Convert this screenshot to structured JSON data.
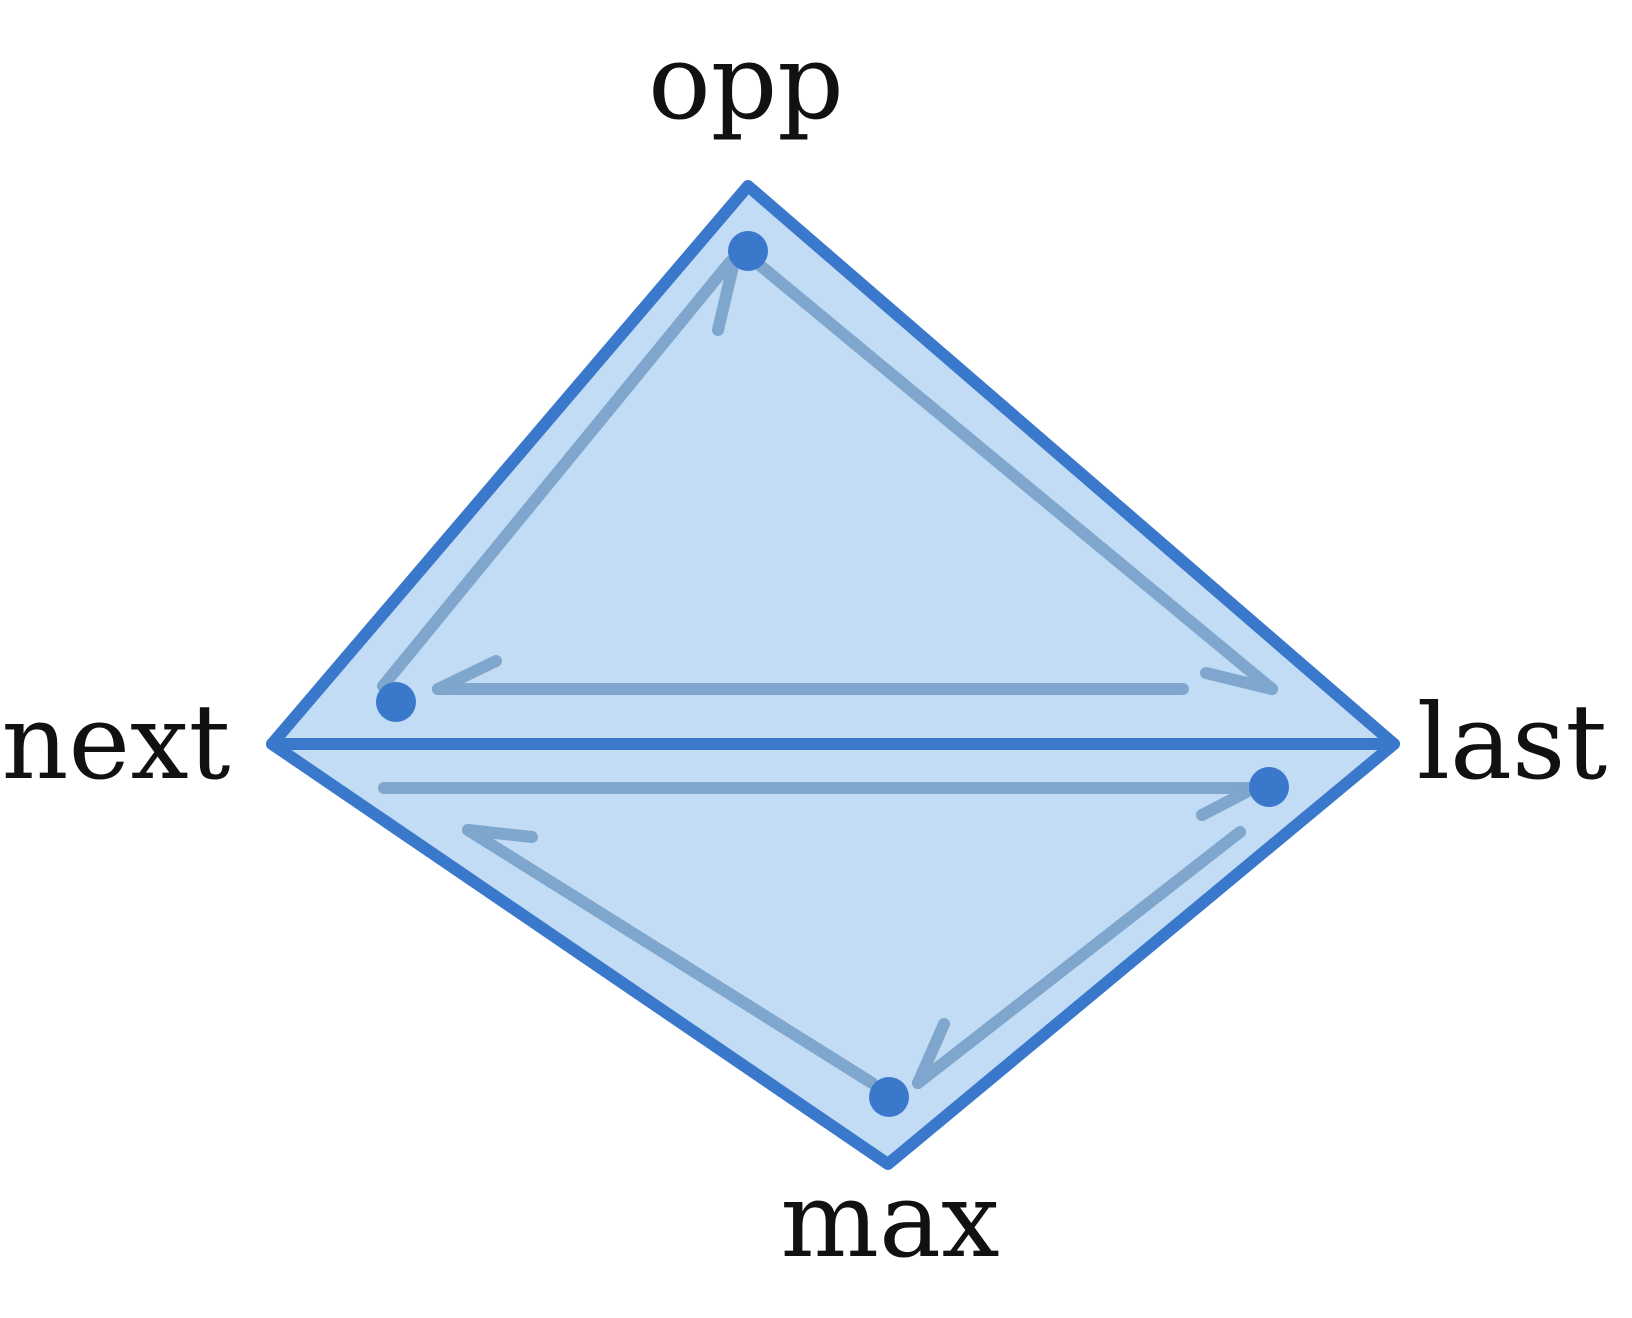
{
  "labels": {
    "top": "opp",
    "left": "next",
    "right": "last",
    "bottom": "max"
  },
  "colors": {
    "outline": "#3a78cc",
    "fill": "#c2dcf5",
    "arrow": "#7fa6cc",
    "point": "#3a78cc",
    "text": "#111111"
  }
}
